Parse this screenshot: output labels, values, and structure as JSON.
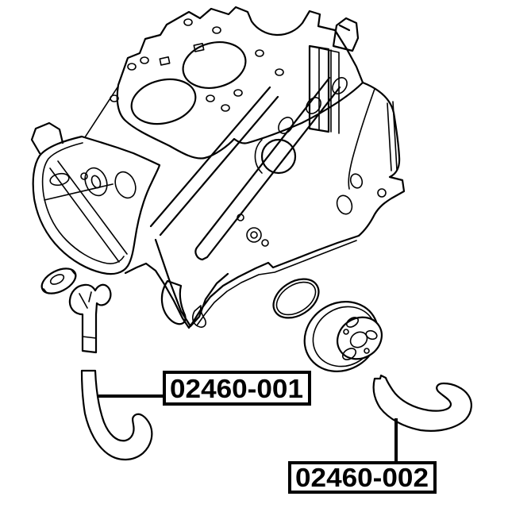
{
  "colors": {
    "background": "#ffffff",
    "line": "#000000"
  },
  "diagram": {
    "type": "exploded-parts-line-drawing",
    "subject": "engine-block-with-hoses",
    "parts": [
      "engine-block",
      "cylinder-head-gasket-surface",
      "timing-cover",
      "oval-gasket",
      "dipstick-bracket",
      "o-ring",
      "damper-pulley",
      "hose-02460-001",
      "hose-02460-002"
    ],
    "labels": [
      {
        "text": "02460-001"
      },
      {
        "text": "02460-002"
      }
    ]
  }
}
